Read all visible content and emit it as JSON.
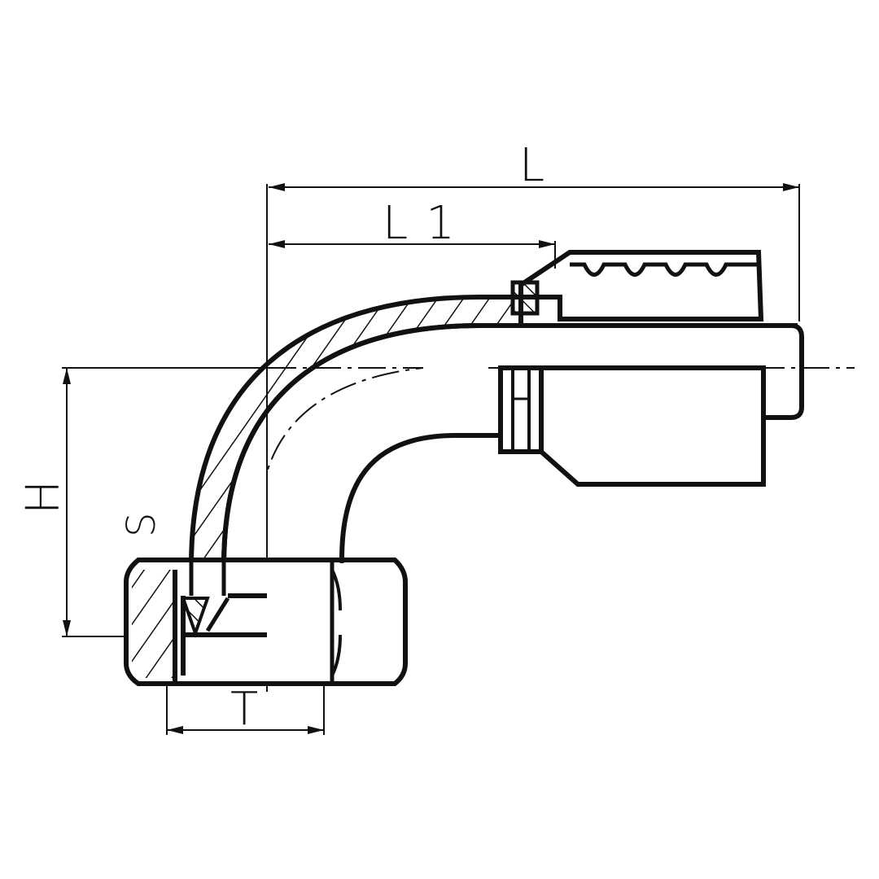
{
  "diagram": {
    "labels": {
      "L": "L",
      "L1": "L1",
      "H": "H",
      "S": "S",
      "T": "T"
    },
    "colors": {
      "ink": "#111111",
      "background": "#ffffff"
    }
  }
}
